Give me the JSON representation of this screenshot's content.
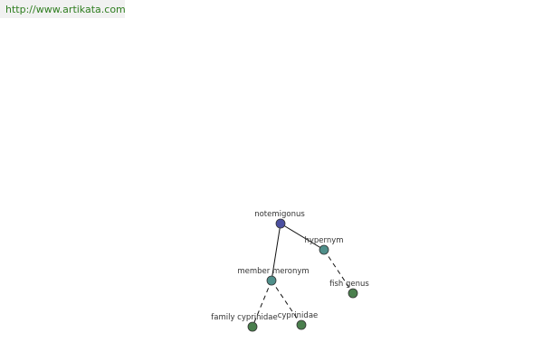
{
  "header": {
    "url": "http://www.artikata.com"
  },
  "graph": {
    "nodes": {
      "root": {
        "label": "notemigonus",
        "color": "#4b4fa0"
      },
      "hypernym": {
        "label": "hypernym",
        "color": "#4f8f8a"
      },
      "meronym": {
        "label": "member meronym",
        "color": "#4f8f8a"
      },
      "fish_genus": {
        "label": "fish genus",
        "color": "#4a7f4d"
      },
      "family": {
        "label": "family cyprinidae",
        "color": "#4a7f4d"
      },
      "cyprinidae": {
        "label": "cyprinidae",
        "color": "#4a7f4d"
      }
    }
  }
}
